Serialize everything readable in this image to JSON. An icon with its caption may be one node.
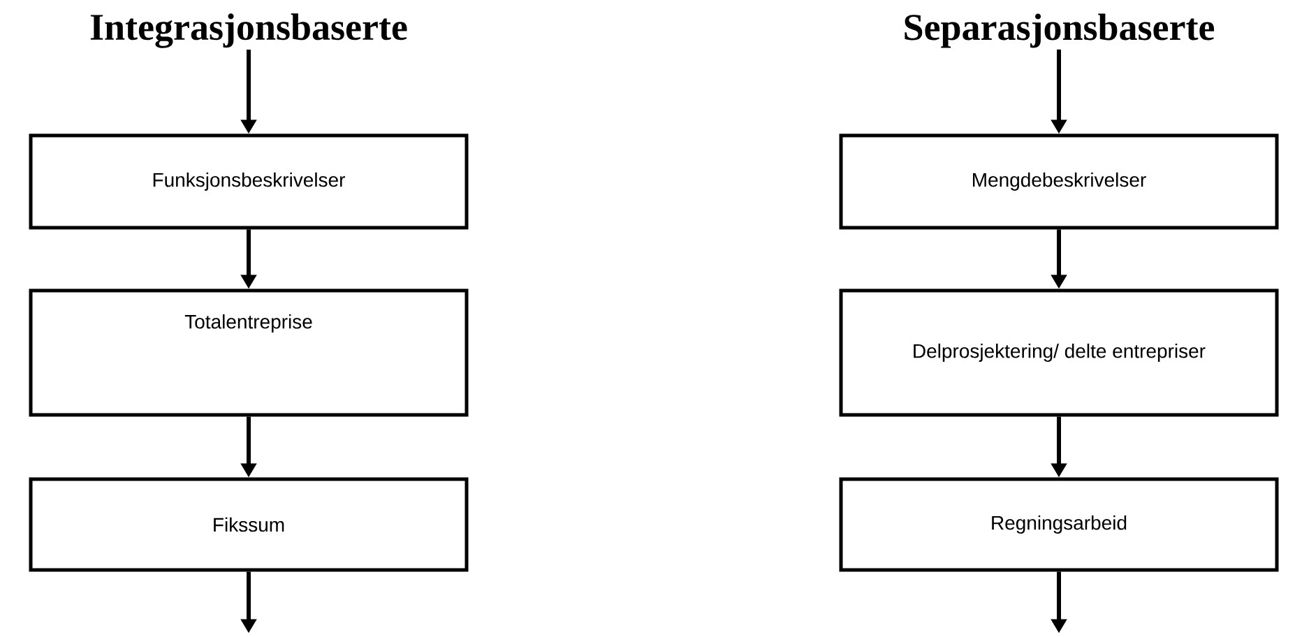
{
  "diagram": {
    "nodes": [
      {
        "text": [
          "Integrasjonsbaserte"
        ]
      },
      {
        "text": [
          "Funksjonsbeskrivelser"
        ]
      },
      {
        "text": [
          "Totalentreprise"
        ]
      },
      {
        "text": [
          "Fikssum"
        ]
      },
      {
        "text": [
          "Separasjonsbaserte"
        ]
      },
      {
        "text": [
          "Mengdebeskrivelser"
        ]
      },
      {
        "text": [
          "Delprosjektering/ delte entrepriser"
        ]
      },
      {
        "text": [
          "Regningsarbeid"
        ]
      }
    ],
    "edges": [
      {
        "from": 0,
        "to": 1,
        "arrow": "to"
      },
      {
        "from": 1,
        "to": 2,
        "arrow": "to"
      },
      {
        "from": 2,
        "to": 3,
        "arrow": "to"
      },
      {
        "from": 3,
        "to": null,
        "arrow": "to"
      },
      {
        "from": 4,
        "to": 5,
        "arrow": "to"
      },
      {
        "from": 5,
        "to": 6,
        "arrow": "to"
      },
      {
        "from": 6,
        "to": 7,
        "arrow": "to"
      },
      {
        "from": 7,
        "to": null,
        "arrow": "to"
      }
    ]
  }
}
